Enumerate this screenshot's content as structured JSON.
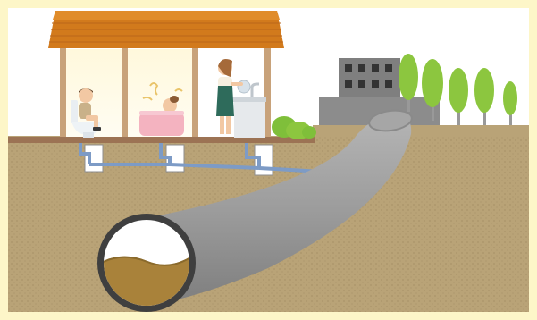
{
  "colors": {
    "border": "#fdf6c8",
    "sky": "#ffffff",
    "soil": "#b9a377",
    "roof": "#d27a1c",
    "pipe": "#9a9a9a",
    "sewage": "#a9823a",
    "drain": "#7d9bc6",
    "tree": "#8cc63f",
    "factory": "#8c8c8c"
  },
  "scene": {
    "elements": [
      "house-with-toilet-bath-kitchen",
      "drain-pipes",
      "sewer-main",
      "treatment-plant",
      "trees"
    ]
  }
}
